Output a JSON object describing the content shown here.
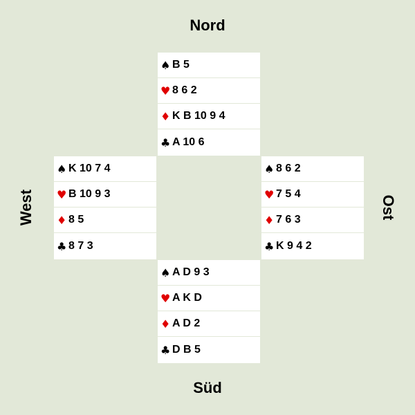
{
  "labels": {
    "north": "Nord",
    "south": "Süd",
    "west": "West",
    "east": "Ost"
  },
  "colors": {
    "background": "#e2e8d8",
    "black_suit": "#000000",
    "red_suit": "#e00000"
  },
  "suits": {
    "spades": "♠",
    "hearts": "♥",
    "diamonds": "♦",
    "clubs": "♣"
  },
  "hands": {
    "north": {
      "spades": "B 5",
      "hearts": "8 6 2",
      "diamonds": "K B 10 9 4",
      "clubs": "A 10 6"
    },
    "west": {
      "spades": "K 10 7 4",
      "hearts": "B 10 9 3",
      "diamonds": "8 5",
      "clubs": "8 7 3"
    },
    "east": {
      "spades": "8 6 2",
      "hearts": "7 5 4",
      "diamonds": "7 6 3",
      "clubs": "K 9 4 2"
    },
    "south": {
      "spades": "A D 9 3",
      "hearts": "A K D",
      "diamonds": "A D 2",
      "clubs": "D B 5"
    }
  }
}
